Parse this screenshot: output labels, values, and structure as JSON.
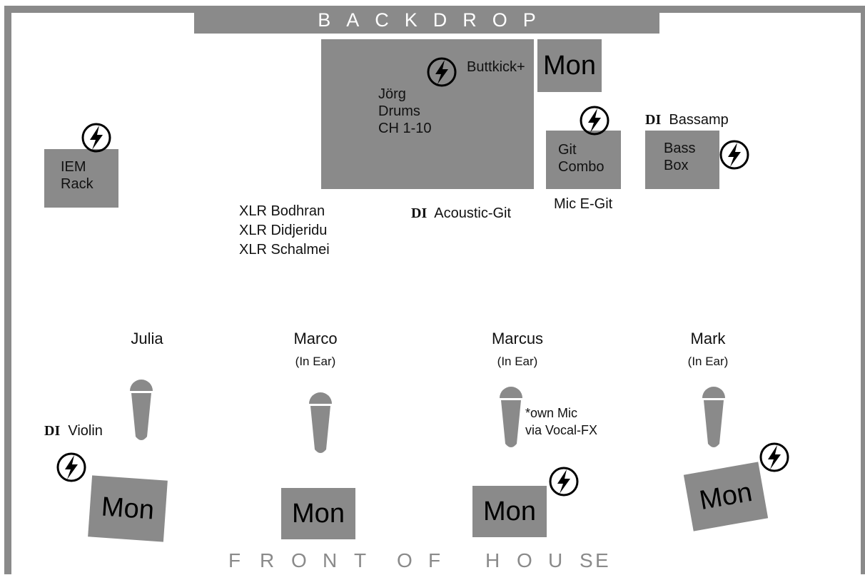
{
  "stage": {
    "backdrop": "BACKDROP",
    "front": [
      "F",
      "R",
      "O",
      "N",
      "T",
      "O",
      "F",
      "H",
      "O",
      "U",
      "S",
      "E"
    ]
  },
  "drums": {
    "lines": "Jörg\nDrums\nCH 1-10"
  },
  "buttkick": "Buttkick+",
  "mon_label": "Mon",
  "iem": {
    "lines": "IEM\nRack"
  },
  "git_combo": {
    "lines": "Git\nCombo"
  },
  "mic_egit": "Mic E-Git",
  "bass_box": {
    "lines": "Bass\nBox"
  },
  "di_label": "DI",
  "bassamp": "Bassamp",
  "acoustic": "Acoustic-Git",
  "xlr": {
    "lines": "XLR Bodhran\nXLR Didjeridu\nXLR Schalmei"
  },
  "violin": "Violin",
  "performers": [
    {
      "name": "Julia",
      "sub": ""
    },
    {
      "name": "Marco",
      "sub": "(In Ear)"
    },
    {
      "name": "Marcus",
      "sub": "(In Ear)"
    },
    {
      "name": "Mark",
      "sub": "(In Ear)"
    }
  ],
  "own_mic": {
    "lines": "*own Mic\nvia Vocal-FX"
  },
  "colors": {
    "box": "#8a8a8a",
    "text": "#111111"
  },
  "icons": {
    "power": "lightning-bolt-circle-icon",
    "vocal": "handheld-microphone-icon"
  }
}
